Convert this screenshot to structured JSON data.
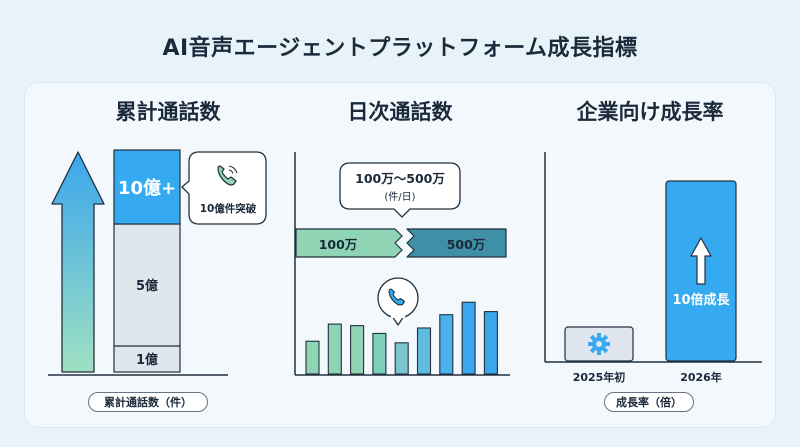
{
  "title": "AI音声エージェントプラットフォーム成長指標",
  "panels": {
    "cumulative": {
      "title": "累計通話数",
      "pill": "累計通話数（件）",
      "bubble": "10億件突破"
    },
    "daily": {
      "title": "日次通話数",
      "bubble_line1": "100万〜500万",
      "bubble_line2": "(件/日)"
    },
    "growth": {
      "title": "企業向け成長率",
      "pill": "成長率（倍）"
    }
  },
  "colors": {
    "blue": "#36aaf0",
    "teal": "#3f8fa6",
    "green_light": "#8fd4b4",
    "gray_box": "#dfe6ee",
    "stroke": "#22303e"
  },
  "icons": [
    "phone-icon",
    "gear-icon",
    "arrow-up-icon"
  ],
  "chart_data": [
    {
      "type": "bar",
      "title": "累計通話数",
      "categories": [
        "1億",
        "5億",
        "10億+"
      ],
      "values": [
        1,
        5,
        10
      ],
      "ylabel": "累計通話数（件）",
      "annotation": "10億件突破"
    },
    {
      "type": "bar",
      "title": "日次通話数",
      "range_labels": [
        "100万",
        "500万"
      ],
      "values": [
        0.42,
        0.64,
        0.62,
        0.52,
        0.4,
        0.59,
        0.76,
        0.92,
        0.8
      ],
      "annotation": "100万〜500万 (件/日)"
    },
    {
      "type": "bar",
      "title": "企業向け成長率",
      "categories": [
        "2025年初",
        "2026年"
      ],
      "values": [
        1,
        10
      ],
      "value_label": "10倍成長",
      "ylabel": "成長率（倍）"
    }
  ]
}
